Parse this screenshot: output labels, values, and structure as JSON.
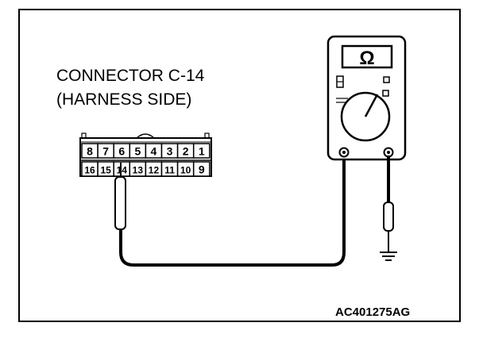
{
  "connector": {
    "label_line1": "CONNECTOR C-14",
    "label_line2": "(HARNESS SIDE)",
    "pins_top": [
      "8",
      "7",
      "6",
      "5",
      "4",
      "3",
      "2",
      "1"
    ],
    "pins_bottom": [
      "16",
      "15",
      "14",
      "13",
      "12",
      "11",
      "10",
      "9"
    ],
    "probe_pin": "14"
  },
  "meter": {
    "mode_symbol": "Ω",
    "icon": "ohmmeter-icon"
  },
  "ground": {
    "icon": "ground-symbol-icon"
  },
  "figure_id": "AC401275AG",
  "colors": {
    "line": "#000000",
    "background": "#ffffff"
  }
}
